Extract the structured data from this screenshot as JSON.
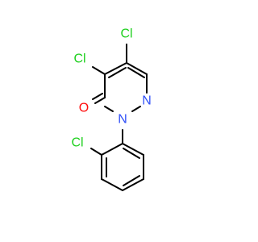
{
  "molecule": {
    "atom_labels": {
      "cl5": "Cl",
      "cl4": "Cl",
      "o3": "O",
      "n1": "N",
      "n2": "N",
      "cl2p": "Cl"
    },
    "colors": {
      "bond": "#000000",
      "chlorine": "#1fd01f",
      "oxygen": "#ff0d0d",
      "nitrogen": "#3050f8"
    }
  }
}
